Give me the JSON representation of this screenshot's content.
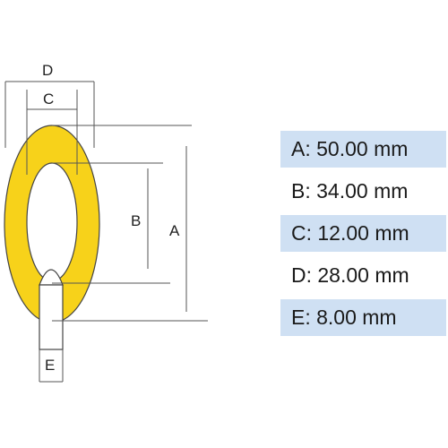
{
  "diagram": {
    "part": "chain-link",
    "colors": {
      "link_fill": "#f7d21a",
      "link_stroke": "#444444",
      "line": "#555555",
      "row_shade": "#cfe0f3"
    },
    "dimension_letters": {
      "a": "A",
      "b": "B",
      "c": "C",
      "d": "D",
      "e": "E"
    }
  },
  "specs": [
    {
      "text": "A: 50.00 mm",
      "shaded": true
    },
    {
      "text": "B: 34.00 mm",
      "shaded": false
    },
    {
      "text": "C: 12.00 mm",
      "shaded": true
    },
    {
      "text": "D: 28.00 mm",
      "shaded": false
    },
    {
      "text": "E: 8.00 mm",
      "shaded": true
    }
  ]
}
